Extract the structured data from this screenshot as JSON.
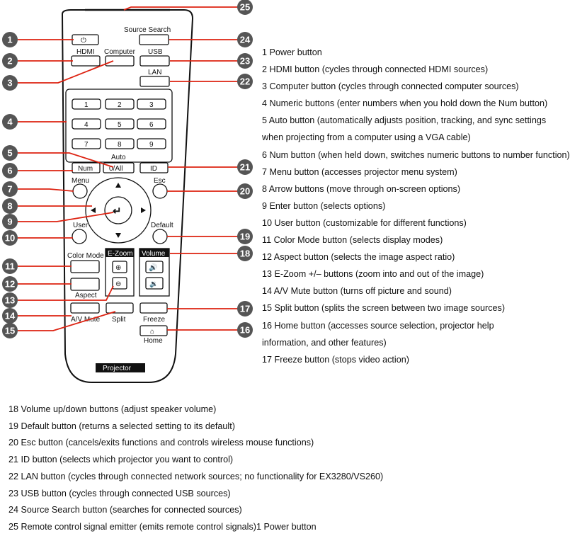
{
  "remote": {
    "source_search": "Source Search",
    "hdmi": "HDMI",
    "computer": "Computer",
    "usb": "USB",
    "lan": "LAN",
    "num_keys": [
      "1",
      "2",
      "3",
      "4",
      "5",
      "6",
      "7",
      "8",
      "9"
    ],
    "auto": "Auto",
    "zero_all": "0/All",
    "num": "Num",
    "id": "ID",
    "menu": "Menu",
    "esc": "Esc",
    "user": "User",
    "default": "Default",
    "color_mode": "Color Mode",
    "ezoom": "E-Zoom",
    "volume": "Volume",
    "aspect": "Aspect",
    "av_mute": "A/V Mute",
    "split": "Split",
    "freeze": "Freeze",
    "home": "Home",
    "projector": "Projector"
  },
  "callouts": [
    "1",
    "2",
    "3",
    "4",
    "5",
    "6",
    "7",
    "8",
    "9",
    "10",
    "11",
    "12",
    "13",
    "14",
    "15",
    "16",
    "17",
    "18",
    "19",
    "20",
    "21",
    "22",
    "23",
    "24",
    "25"
  ],
  "descriptions_right": [
    "1 Power button",
    "2 HDMI button (cycles through connected HDMI sources)",
    "3 Computer button (cycles through connected computer sources)",
    "4 Numeric buttons (enter numbers when you hold down the Num button)",
    "5 Auto button (automatically adjusts position, tracking, and sync settings",
    "when projecting from a computer using a VGA cable)",
    "6 Num button (when held down, switches numeric buttons to number function)",
    "7 Menu button (accesses projector menu system)",
    "8 Arrow buttons (move through on-screen options)",
    "9 Enter button (selects options)",
    "10 User button (customizable for different functions)",
    "11 Color Mode button (selects display modes)",
    "12 Aspect button (selects the image aspect ratio)",
    "13 E-Zoom +/– buttons (zoom into and out of the image)",
    "14 A/V Mute button (turns off picture and sound)",
    "15 Split button (splits the screen between two image sources)",
    "16 Home button (accesses source selection, projector help",
    "information, and other features)",
    "17 Freeze button (stops video action)"
  ],
  "descriptions_bottom": [
    "18 Volume up/down buttons (adjust speaker volume)",
    "19 Default button (returns a selected setting to its default)",
    "20 Esc button (cancels/exits functions and controls wireless mouse functions)",
    "21 ID button (selects which projector you want to control)",
    "22 LAN button (cycles through connected network sources; no functionality for EX3280/VS260)",
    "23 USB button (cycles through connected USB sources)",
    "24 Source Search button (searches for connected sources)",
    "25 Remote control signal emitter (emits remote control signals)1 Power button"
  ]
}
